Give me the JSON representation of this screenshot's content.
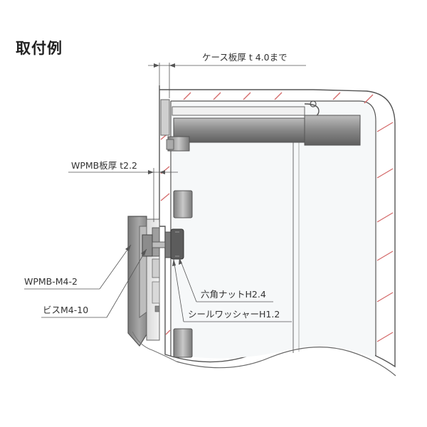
{
  "title": "取付例",
  "labels": {
    "case_thickness": "ケース板厚 t 4.0まで",
    "wpmb_thickness": "WPMB板厚 t2.2",
    "wpmb_part": "WPMB-M4-2",
    "screw": "ビスM4-10",
    "hex_nut": "六角ナットH2.4",
    "seal_washer": "シールワッシャーH1.2"
  },
  "colors": {
    "outline": "#555555",
    "hatch": "#d46a6a",
    "metal": "#9a9a9a",
    "metal_dark": "#6e6e6e",
    "case_fill": "#f4f6f7"
  }
}
